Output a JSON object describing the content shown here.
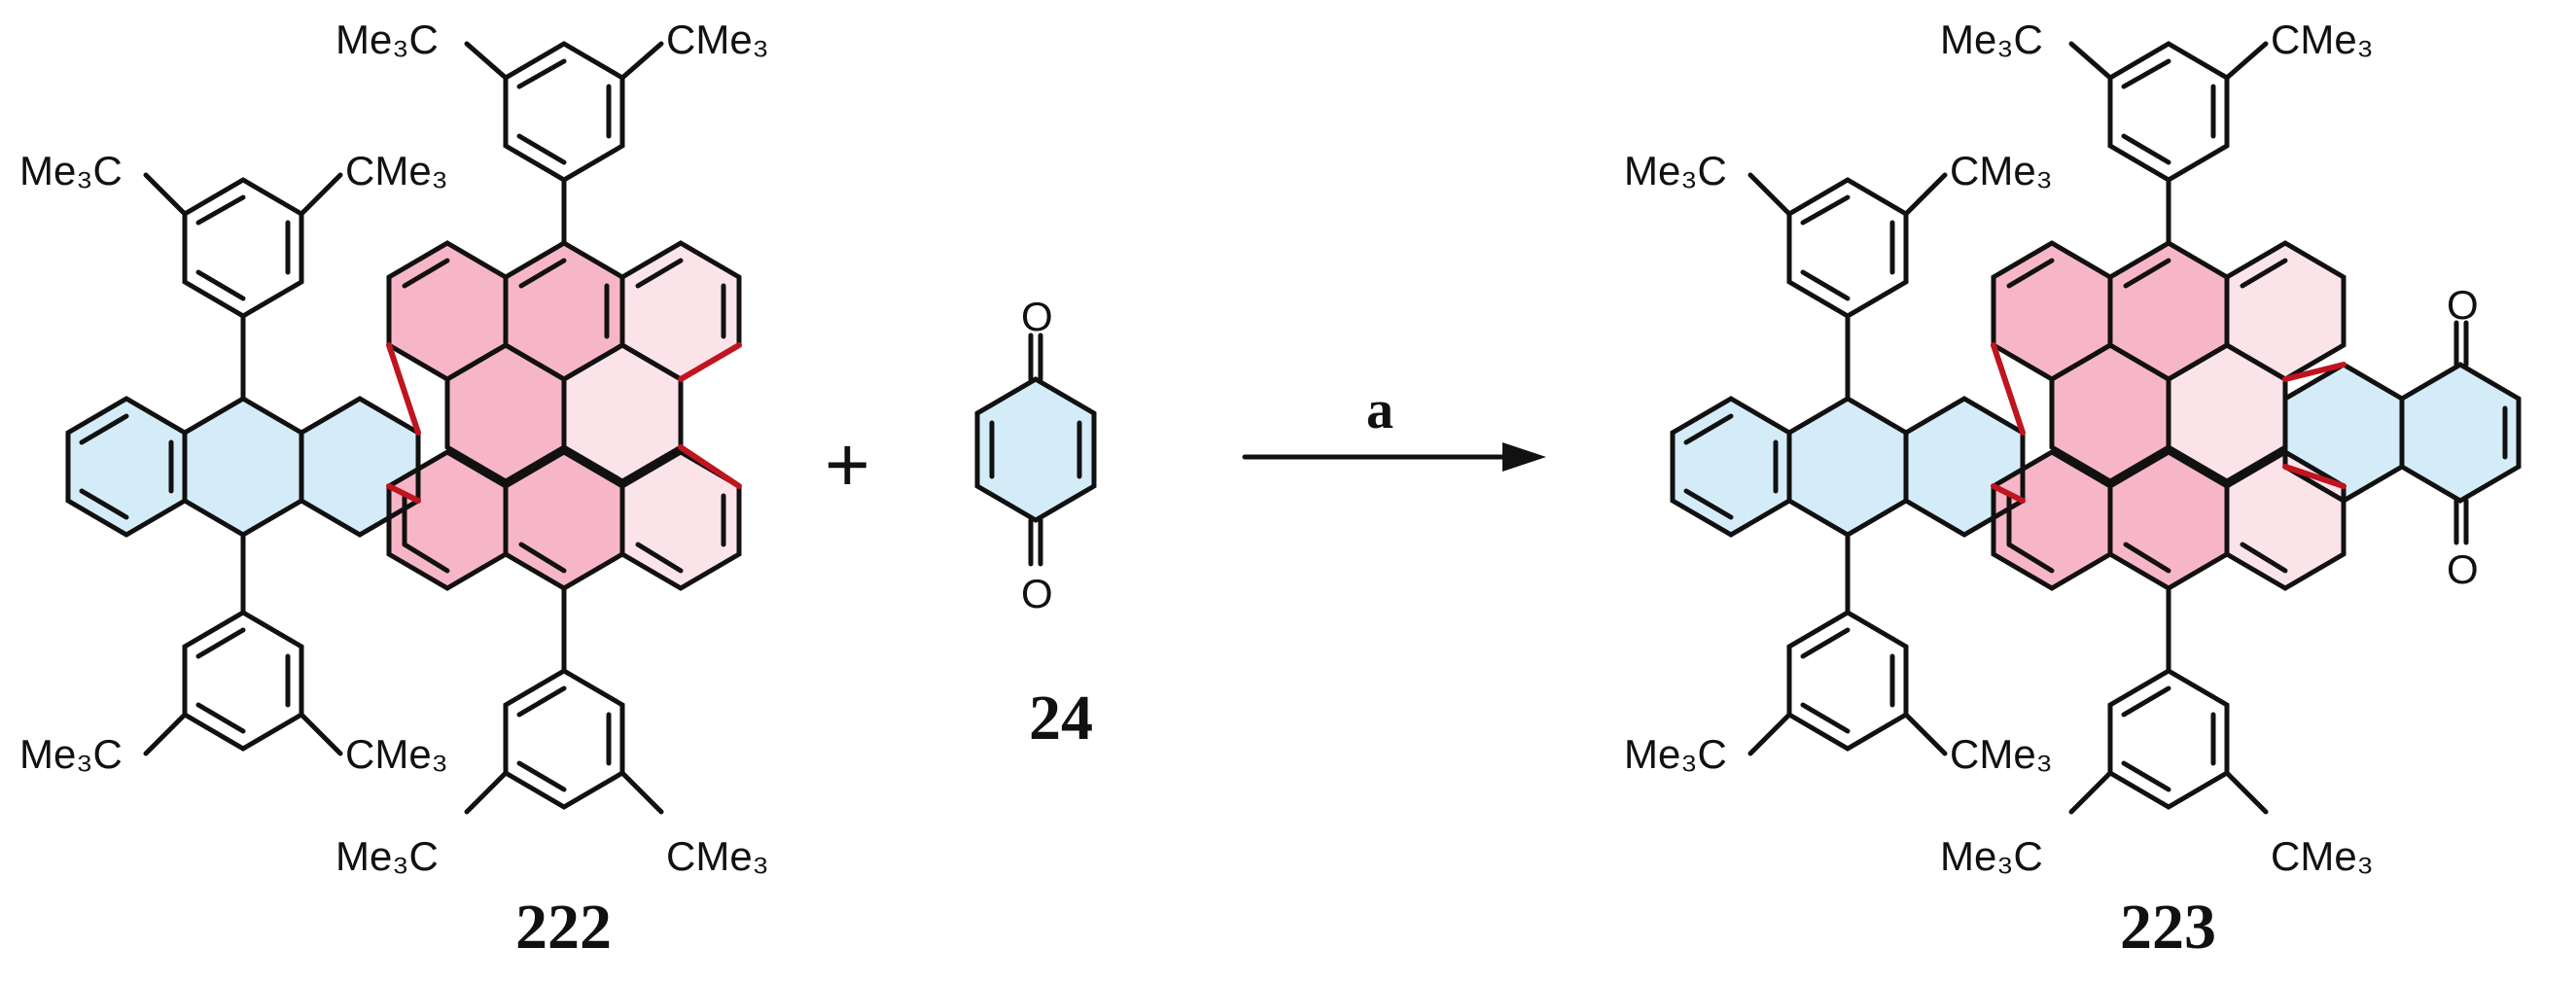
{
  "scheme": {
    "reactant_label": "222",
    "reagent_label": "24",
    "product_label": "223",
    "arrow_condition": "a",
    "plus_sign": "+",
    "substituent_left": "Me₃C",
    "substituent_right": "CMe₃",
    "oxygen": "O"
  },
  "colors": {
    "blue_ring": "#d4ecf8",
    "dark_pink_ring": "#f7b6c8",
    "light_pink_ring": "#fbe3ea",
    "bond": "#111111",
    "highlight_bond": "#c0141e"
  }
}
